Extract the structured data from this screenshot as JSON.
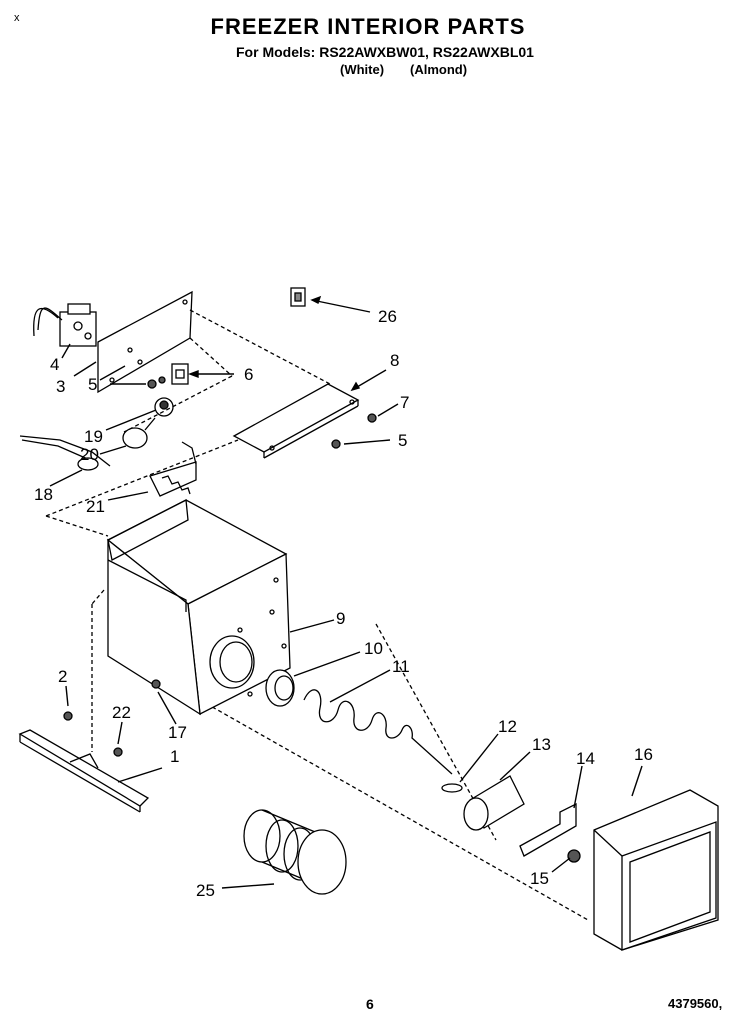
{
  "header": {
    "title": "FREEZER INTERIOR PARTS",
    "models_line": "For Models: RS22AWXBW01, RS22AWXBL01",
    "color_white": "(White)",
    "color_almond": "(Almond)",
    "corner_mark": "x"
  },
  "footer": {
    "page_number": "6",
    "document_number": "4379560,"
  },
  "callouts": {
    "c1": "1",
    "c2": "2",
    "c3": "3",
    "c4": "4",
    "c5a": "5",
    "c5b": "5",
    "c6": "6",
    "c7": "7",
    "c8": "8",
    "c9": "9",
    "c10": "10",
    "c11": "11",
    "c12": "12",
    "c13": "13",
    "c14": "14",
    "c15": "15",
    "c16": "16",
    "c17": "17",
    "c18": "18",
    "c19": "19",
    "c20": "20",
    "c21": "21",
    "c22": "22",
    "c25": "25",
    "c26": "26"
  }
}
